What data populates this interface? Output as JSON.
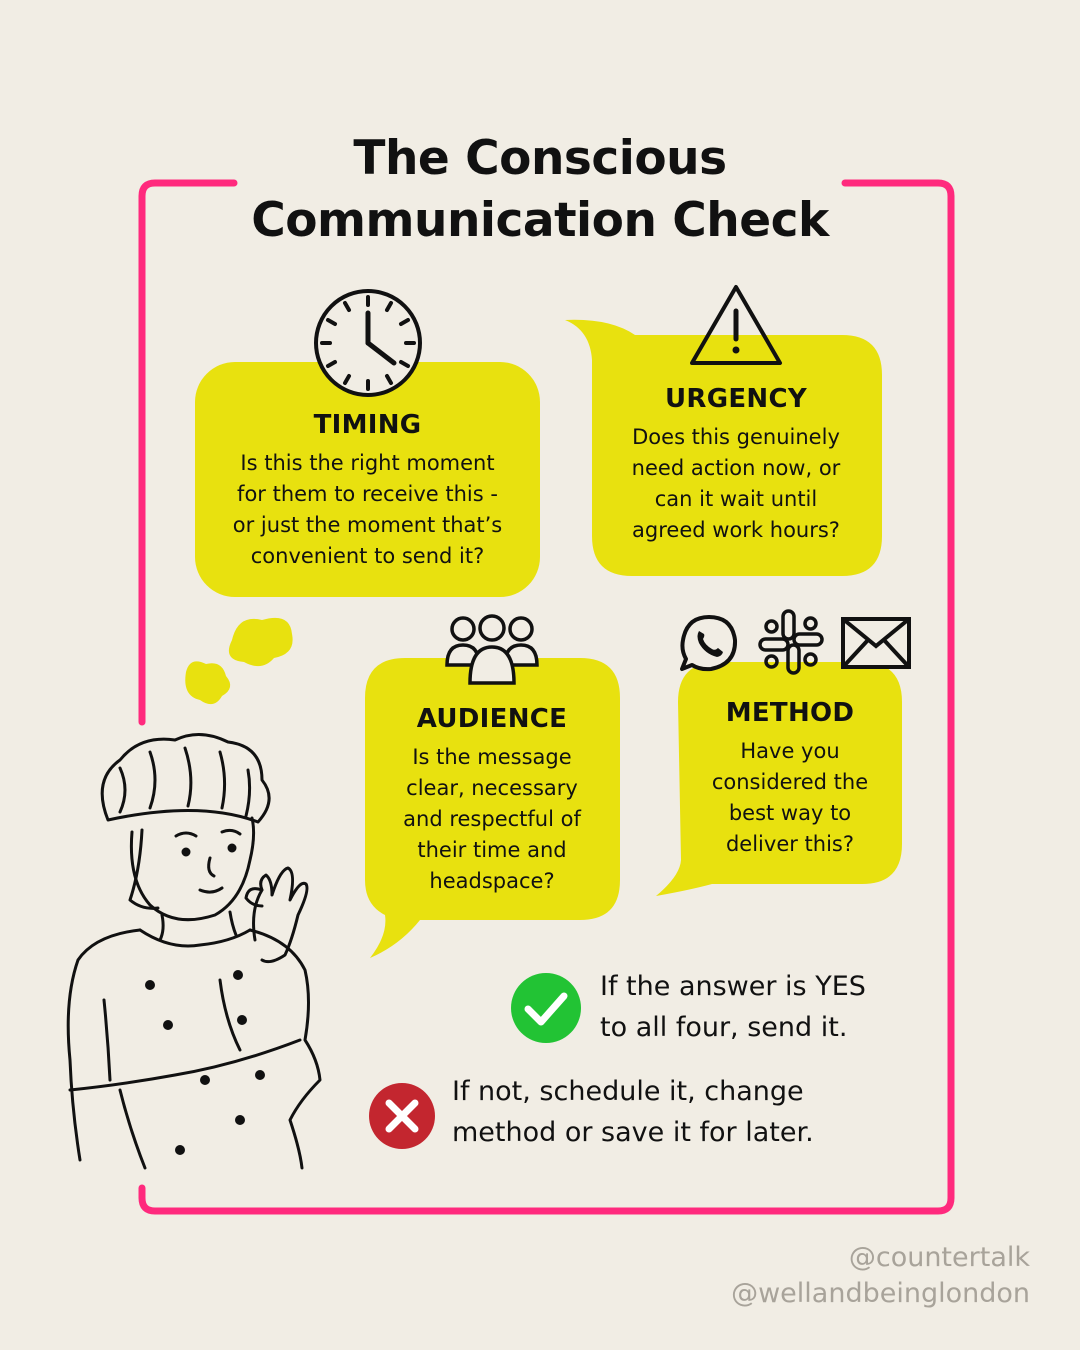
{
  "title_line1": "The Conscious",
  "title_line2": "Communication Check",
  "colors": {
    "background": "#f1ede4",
    "frame": "#ff2a7d",
    "bubble": "#e8e10f",
    "check": "#22c334",
    "cross": "#c3262f"
  },
  "cards": {
    "timing": {
      "heading": "TIMING",
      "line1": "Is this the right moment",
      "line2": "for them to receive this -",
      "line3": "or just the moment that’s",
      "line4": "convenient to send it?",
      "icon": "clock-icon"
    },
    "urgency": {
      "heading": "URGENCY",
      "line1": "Does this genuinely",
      "line2": "need action now, or",
      "line3": "can it wait until",
      "line4": "agreed work hours?",
      "icon": "warning-icon"
    },
    "audience": {
      "heading": "AUDIENCE",
      "line1": "Is the message",
      "line2": "clear, necessary",
      "line3": "and respectful of",
      "line4": "their time and",
      "line5": "headspace?",
      "icon": "people-group-icon"
    },
    "method": {
      "heading": "METHOD",
      "line1": "Have you",
      "line2": "considered the",
      "line3": "best way to",
      "line4": "deliver this?",
      "icons": [
        "whatsapp-icon",
        "slack-icon",
        "email-icon"
      ]
    }
  },
  "verdicts": {
    "yes_line1": "If the answer is YES",
    "yes_line2": "to all four, send it.",
    "no_line1": "If not, schedule it, change",
    "no_line2": "method or save it for later."
  },
  "footer": {
    "handle1": "@countertalk",
    "handle2": "@wellandbeinglondon"
  }
}
